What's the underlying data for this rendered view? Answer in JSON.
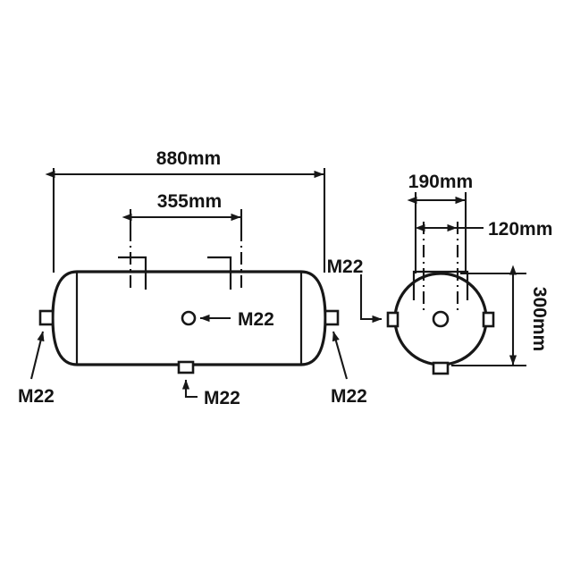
{
  "drawing": {
    "title": "Air tank technical drawing",
    "line_color": "#171717",
    "background_color": "#ffffff",
    "views": {
      "side": {
        "name": "side-elevation-view"
      },
      "end": {
        "name": "end-elevation-view"
      }
    }
  },
  "dimensions": {
    "overall_length": "880mm",
    "strap_spacing": "355mm",
    "bracket_outer_width": "190mm",
    "bracket_inner_width": "120mm",
    "tank_diameter": "300mm"
  },
  "labels": {
    "port_left_end": "M22",
    "port_bottom": "M22",
    "port_right_end": "M22",
    "port_center": "M22",
    "port_end_view_side": "M22"
  }
}
